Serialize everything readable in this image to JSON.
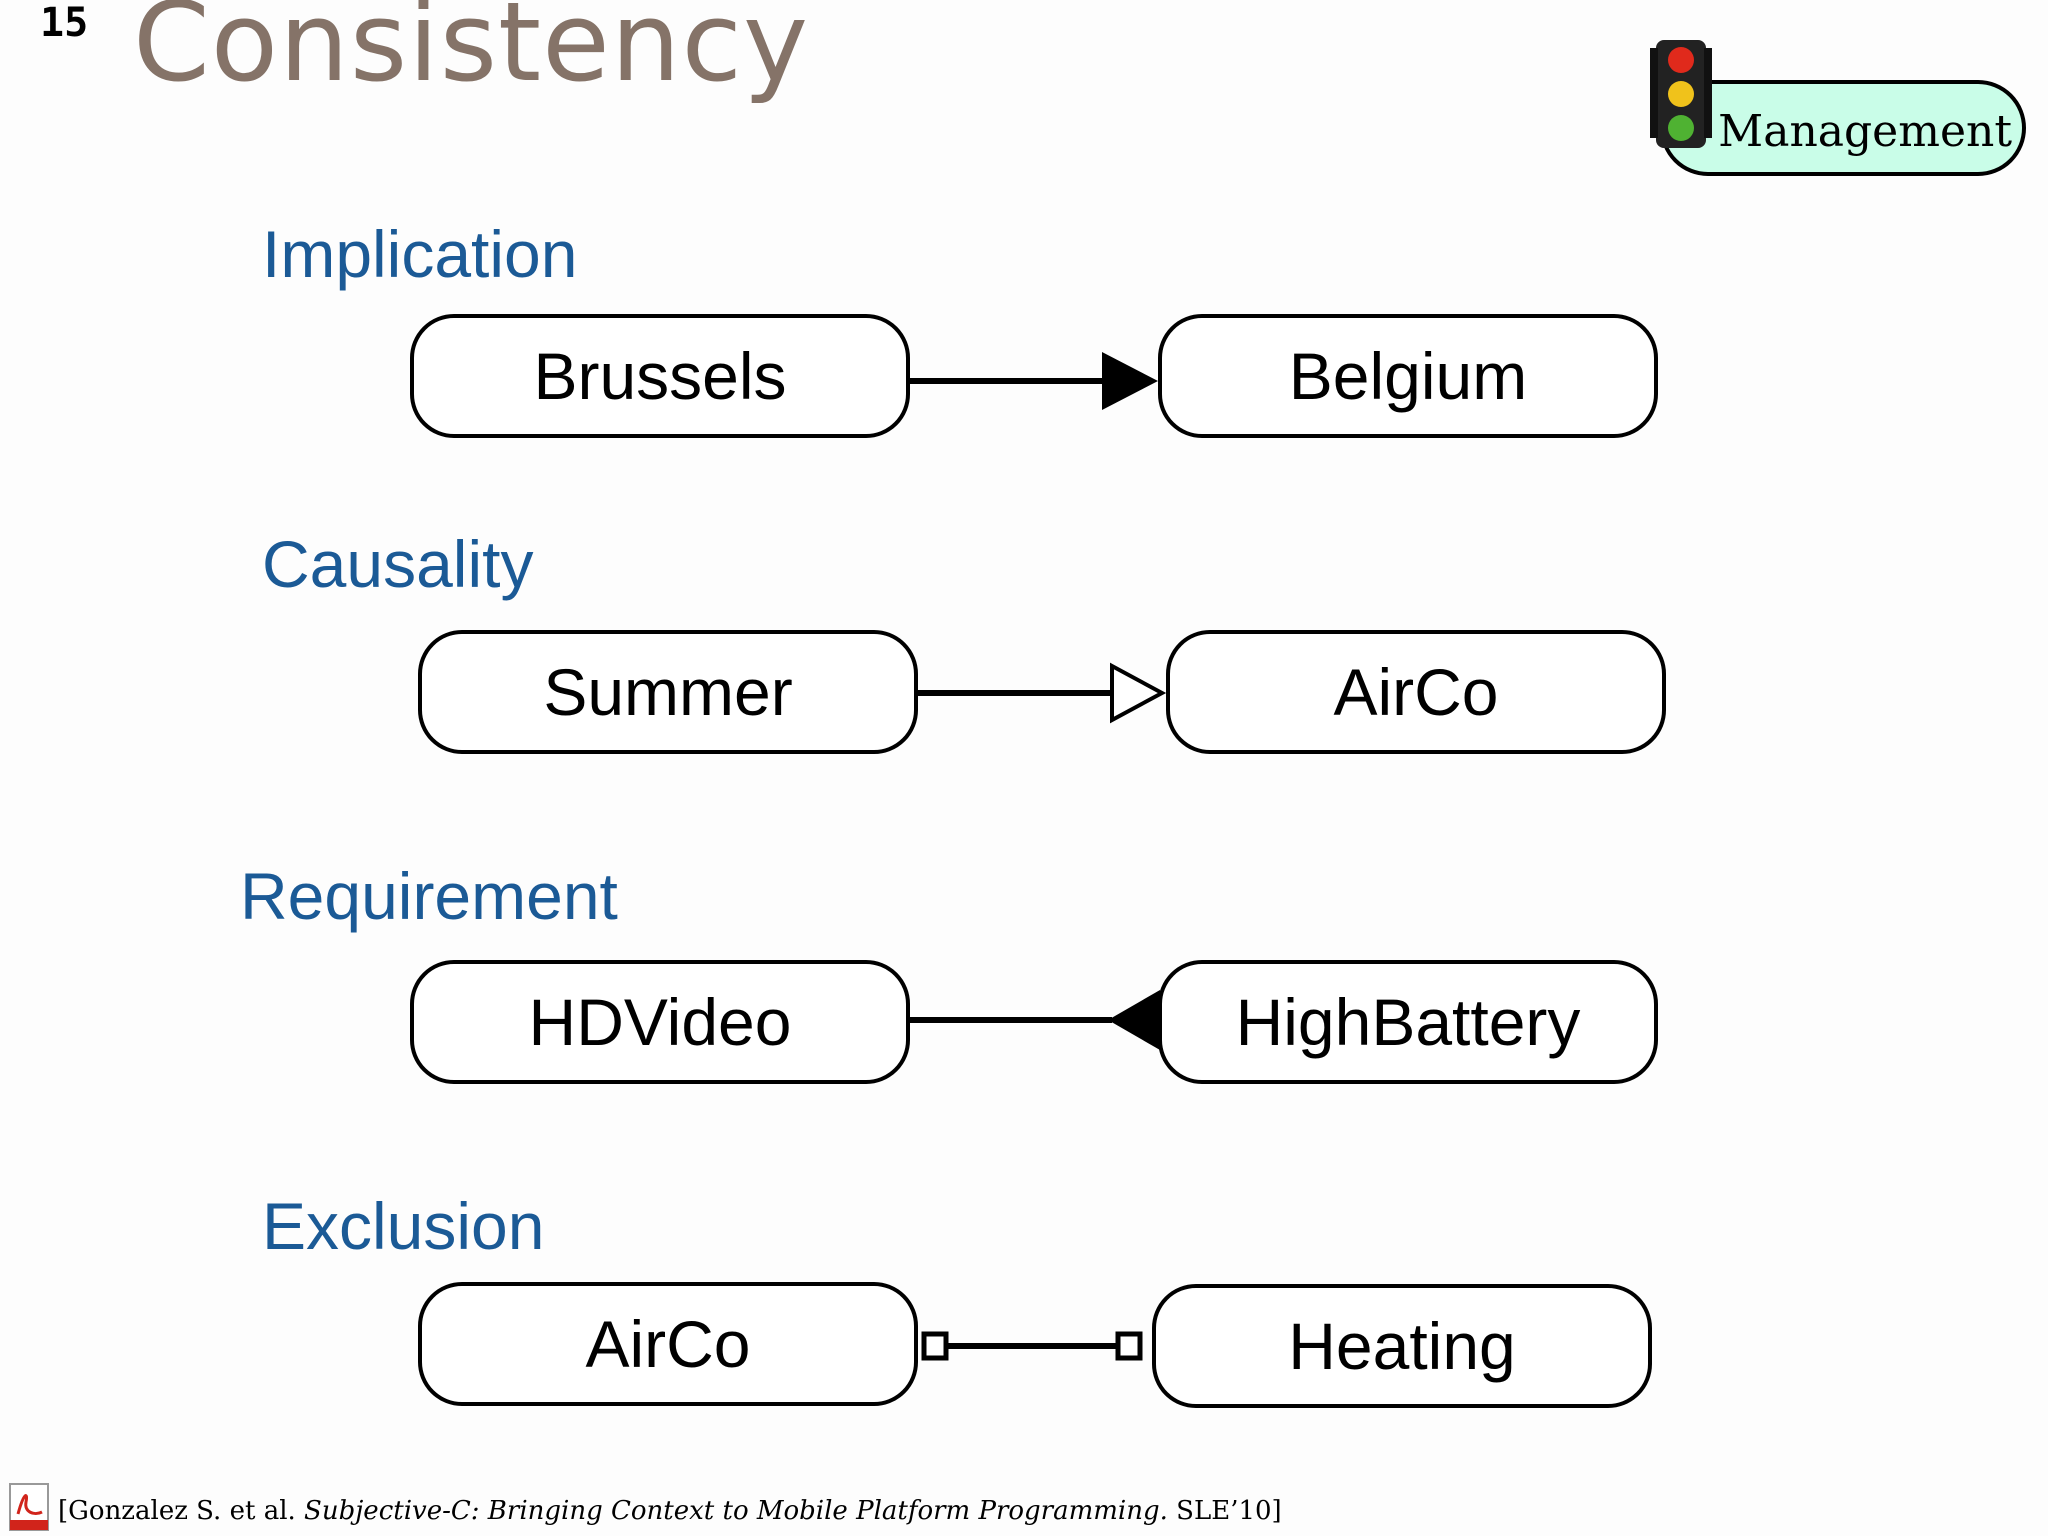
{
  "slide_number": "15",
  "title": "Consistency",
  "badge": {
    "label": "Management",
    "icon": "traffic-light-icon"
  },
  "sections": [
    {
      "label": "Implication",
      "left": "Brussels",
      "right": "Belgium",
      "relation": "filled-arrow-right"
    },
    {
      "label": "Causality",
      "left": "Summer",
      "right": "AirCo",
      "relation": "open-arrow-right"
    },
    {
      "label": "Requirement",
      "left": "HDVideo",
      "right": "HighBattery",
      "relation": "filled-arrow-left"
    },
    {
      "label": "Exclusion",
      "left": "AirCo",
      "right": "Heating",
      "relation": "square-ends"
    }
  ],
  "citation": {
    "prefix": "[Gonzalez S. et al. ",
    "title": "Subjective-C: Bringing Context to Mobile Platform Programming.",
    "suffix": " SLE’10]",
    "icon": "pdf-icon"
  },
  "colors": {
    "title": "#857368",
    "section_label": "#1b5a96",
    "badge_fill": "#c9fde8"
  }
}
